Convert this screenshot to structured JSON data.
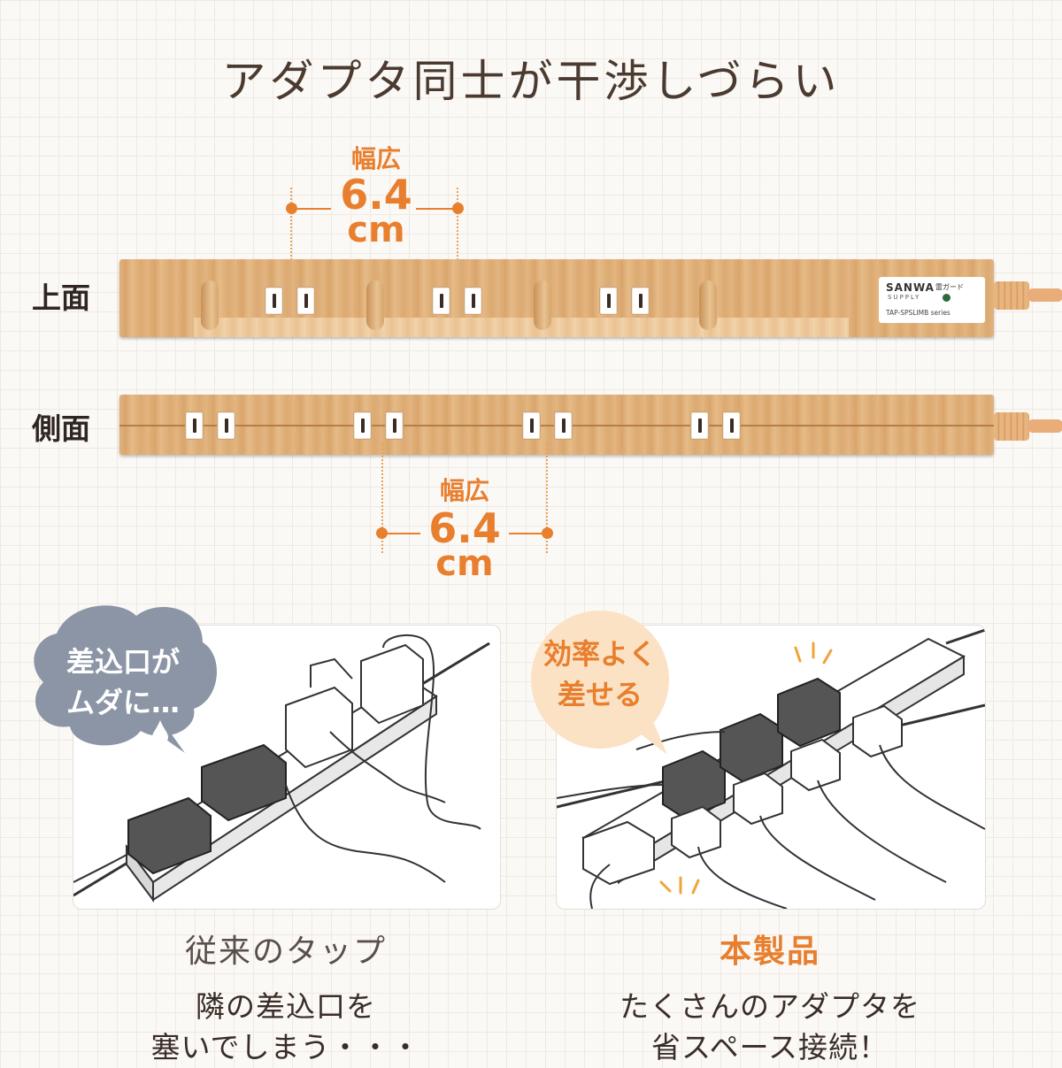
{
  "headline": "アダプタ同士が干渉しづらい",
  "top_view": {
    "label": "上面",
    "dimension": {
      "label": "幅広",
      "value": "6.4",
      "unit": "cm"
    },
    "brand": "SANWA",
    "brand_sub": "SUPPLY",
    "guard_label": "雷ガード",
    "model": "TAP-SPSLIMB series"
  },
  "side_view": {
    "label": "側面",
    "dimension": {
      "label": "幅広",
      "value": "6.4",
      "unit": "cm"
    }
  },
  "comparison": {
    "conventional": {
      "bubble": [
        "差込口が",
        "ムダに…"
      ],
      "caption": "従来のタップ",
      "description": [
        "隣の差込口を",
        "塞いでしまう・・・"
      ]
    },
    "product": {
      "bubble": [
        "効率よく",
        "差せる"
      ],
      "caption": "本製品",
      "description": [
        "たくさんのアダプタを",
        "省スペース接続！"
      ]
    }
  },
  "colors": {
    "accent": "#e87f2e",
    "text": "#4b3a30",
    "bubble_blue": "#8b95a6",
    "bubble_cream": "#fbe2c4",
    "wood": "#dcaa72"
  }
}
